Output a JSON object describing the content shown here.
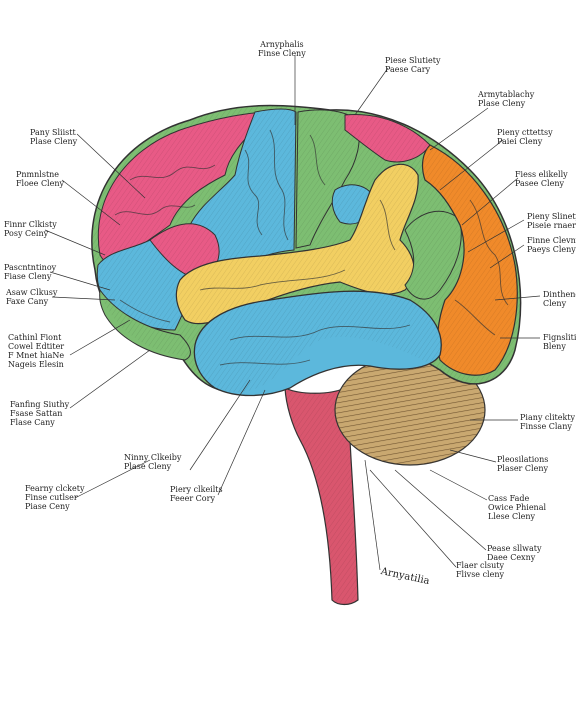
{
  "labels": {
    "l01": "Arnyphalis\nFinse Cleny",
    "l02": "Piese Slutiety\nPaese Cary",
    "l03": "Armytablachy\nPlase Cleny",
    "l04": "Pieny cttettsy\nPaiei Cleny",
    "l05": "Fiess elikelly\nPasee Cleny",
    "l06": "Pieny Slinety\nPiseie rnaer",
    "l07": "Finne Clevny\nPaeys Cleny",
    "l08": "Dinthend\nCleny",
    "l09": "Fignslities\nBleny",
    "l10": "Piany clitekty\nFinsse Clany",
    "l11": "Pleosilations\nPlaser Cleny",
    "l12": "Cass Fade\nOwice Phienal\nLlese Cleny",
    "l13": "Pease sllwaty\nDaee Cexny",
    "l14": "Flaer clsuty\nFlivse cleny",
    "l15": "Arnyatilia",
    "l16": "Pany Sliistt\nPlase Cleny",
    "l17": "Pnmnlstne\nFloee Cleny",
    "l18": "Finnr Clkisty\nPosy Ceiny",
    "l19": "Pascntntinoy\nFiase Cleny",
    "l20": "Asaw Clkusy\nFaxe Cany",
    "l21": "Cathinl Fiont\nCowel Edtiter\nF Mnet hiaNe\nNageis Elesin",
    "l22": "Fanfing Siuthy\nFsase Sattan\nFlase Cany",
    "l23": "Ninny Clkeiby\nPlase Cleny",
    "l24": "Fearny clckety\nFinse cutlser\nPiase Ceny",
    "l25": "Piery clkeilts\nFeeer Cory"
  },
  "colors": {
    "pink": "#e85a86",
    "blue": "#5cb8dc",
    "green": "#7dbe72",
    "yellow": "#f2cf62",
    "orange": "#f08a2a",
    "cerebellum": "#c9a870",
    "stem": "#d9566e",
    "line": "#333333"
  }
}
